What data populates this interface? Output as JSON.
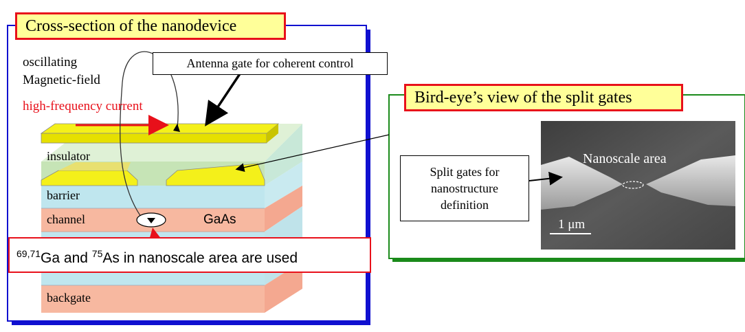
{
  "left_panel": {
    "title": "Cross-section of the nanodevice",
    "field_label_line1": "oscillating",
    "field_label_line2": "Magnetic-field",
    "current_label": "high-frequency current",
    "antenna_callout": "Antenna gate for coherent control",
    "layers": {
      "insulator": "insulator",
      "barrier": "barrier",
      "channel": "channel",
      "gaas": "GaAs",
      "backgate": "backgate"
    },
    "isotope_note": {
      "ga_superscript": "69,71",
      "ga_text": "Ga and ",
      "as_superscript": "75",
      "as_text": "As in nanoscale area are used"
    }
  },
  "right_panel": {
    "title": "Bird-eye’s view of the split gates",
    "split_gates_callout": "Split gates for nanostructure definition",
    "nanoscale_label": "Nanoscale area",
    "scale_bar": "1 μm"
  },
  "colors": {
    "left_frame": "#1010d0",
    "right_frame": "#1a8a1a",
    "title_fill": "#ffff99",
    "title_border": "#e8101a",
    "gate_yellow": "#f4f01a",
    "insulator_green": "#bfe0b0",
    "barrier_blue": "#bfe6ee",
    "channel_salmon": "#f7b8a0",
    "current_red": "#e8101a"
  }
}
